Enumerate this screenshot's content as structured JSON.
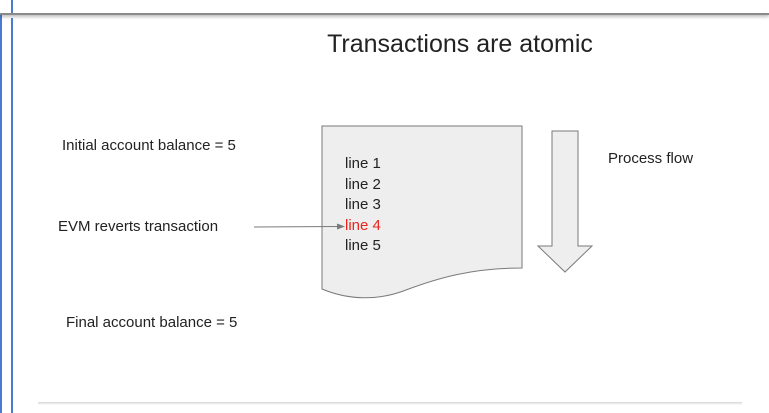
{
  "slide": {
    "title": "Transactions are atomic",
    "labels": {
      "initial_balance": "Initial account balance = 5",
      "evm_reverts": "EVM reverts transaction",
      "final_balance": "Final account balance = 5",
      "process_flow": "Process flow"
    },
    "document_lines": [
      {
        "text": "line 1",
        "color": "#222222"
      },
      {
        "text": "line 2",
        "color": "#222222"
      },
      {
        "text": "line 3",
        "color": "#222222"
      },
      {
        "text": "line 4",
        "color": "#e8251d"
      },
      {
        "text": "line 5",
        "color": "#222222"
      }
    ]
  },
  "colors": {
    "shape_fill": "#eeeeee",
    "shape_stroke": "#7a7a7a",
    "highlight": "#e8251d",
    "accent_rule": "#4a7bd0"
  }
}
